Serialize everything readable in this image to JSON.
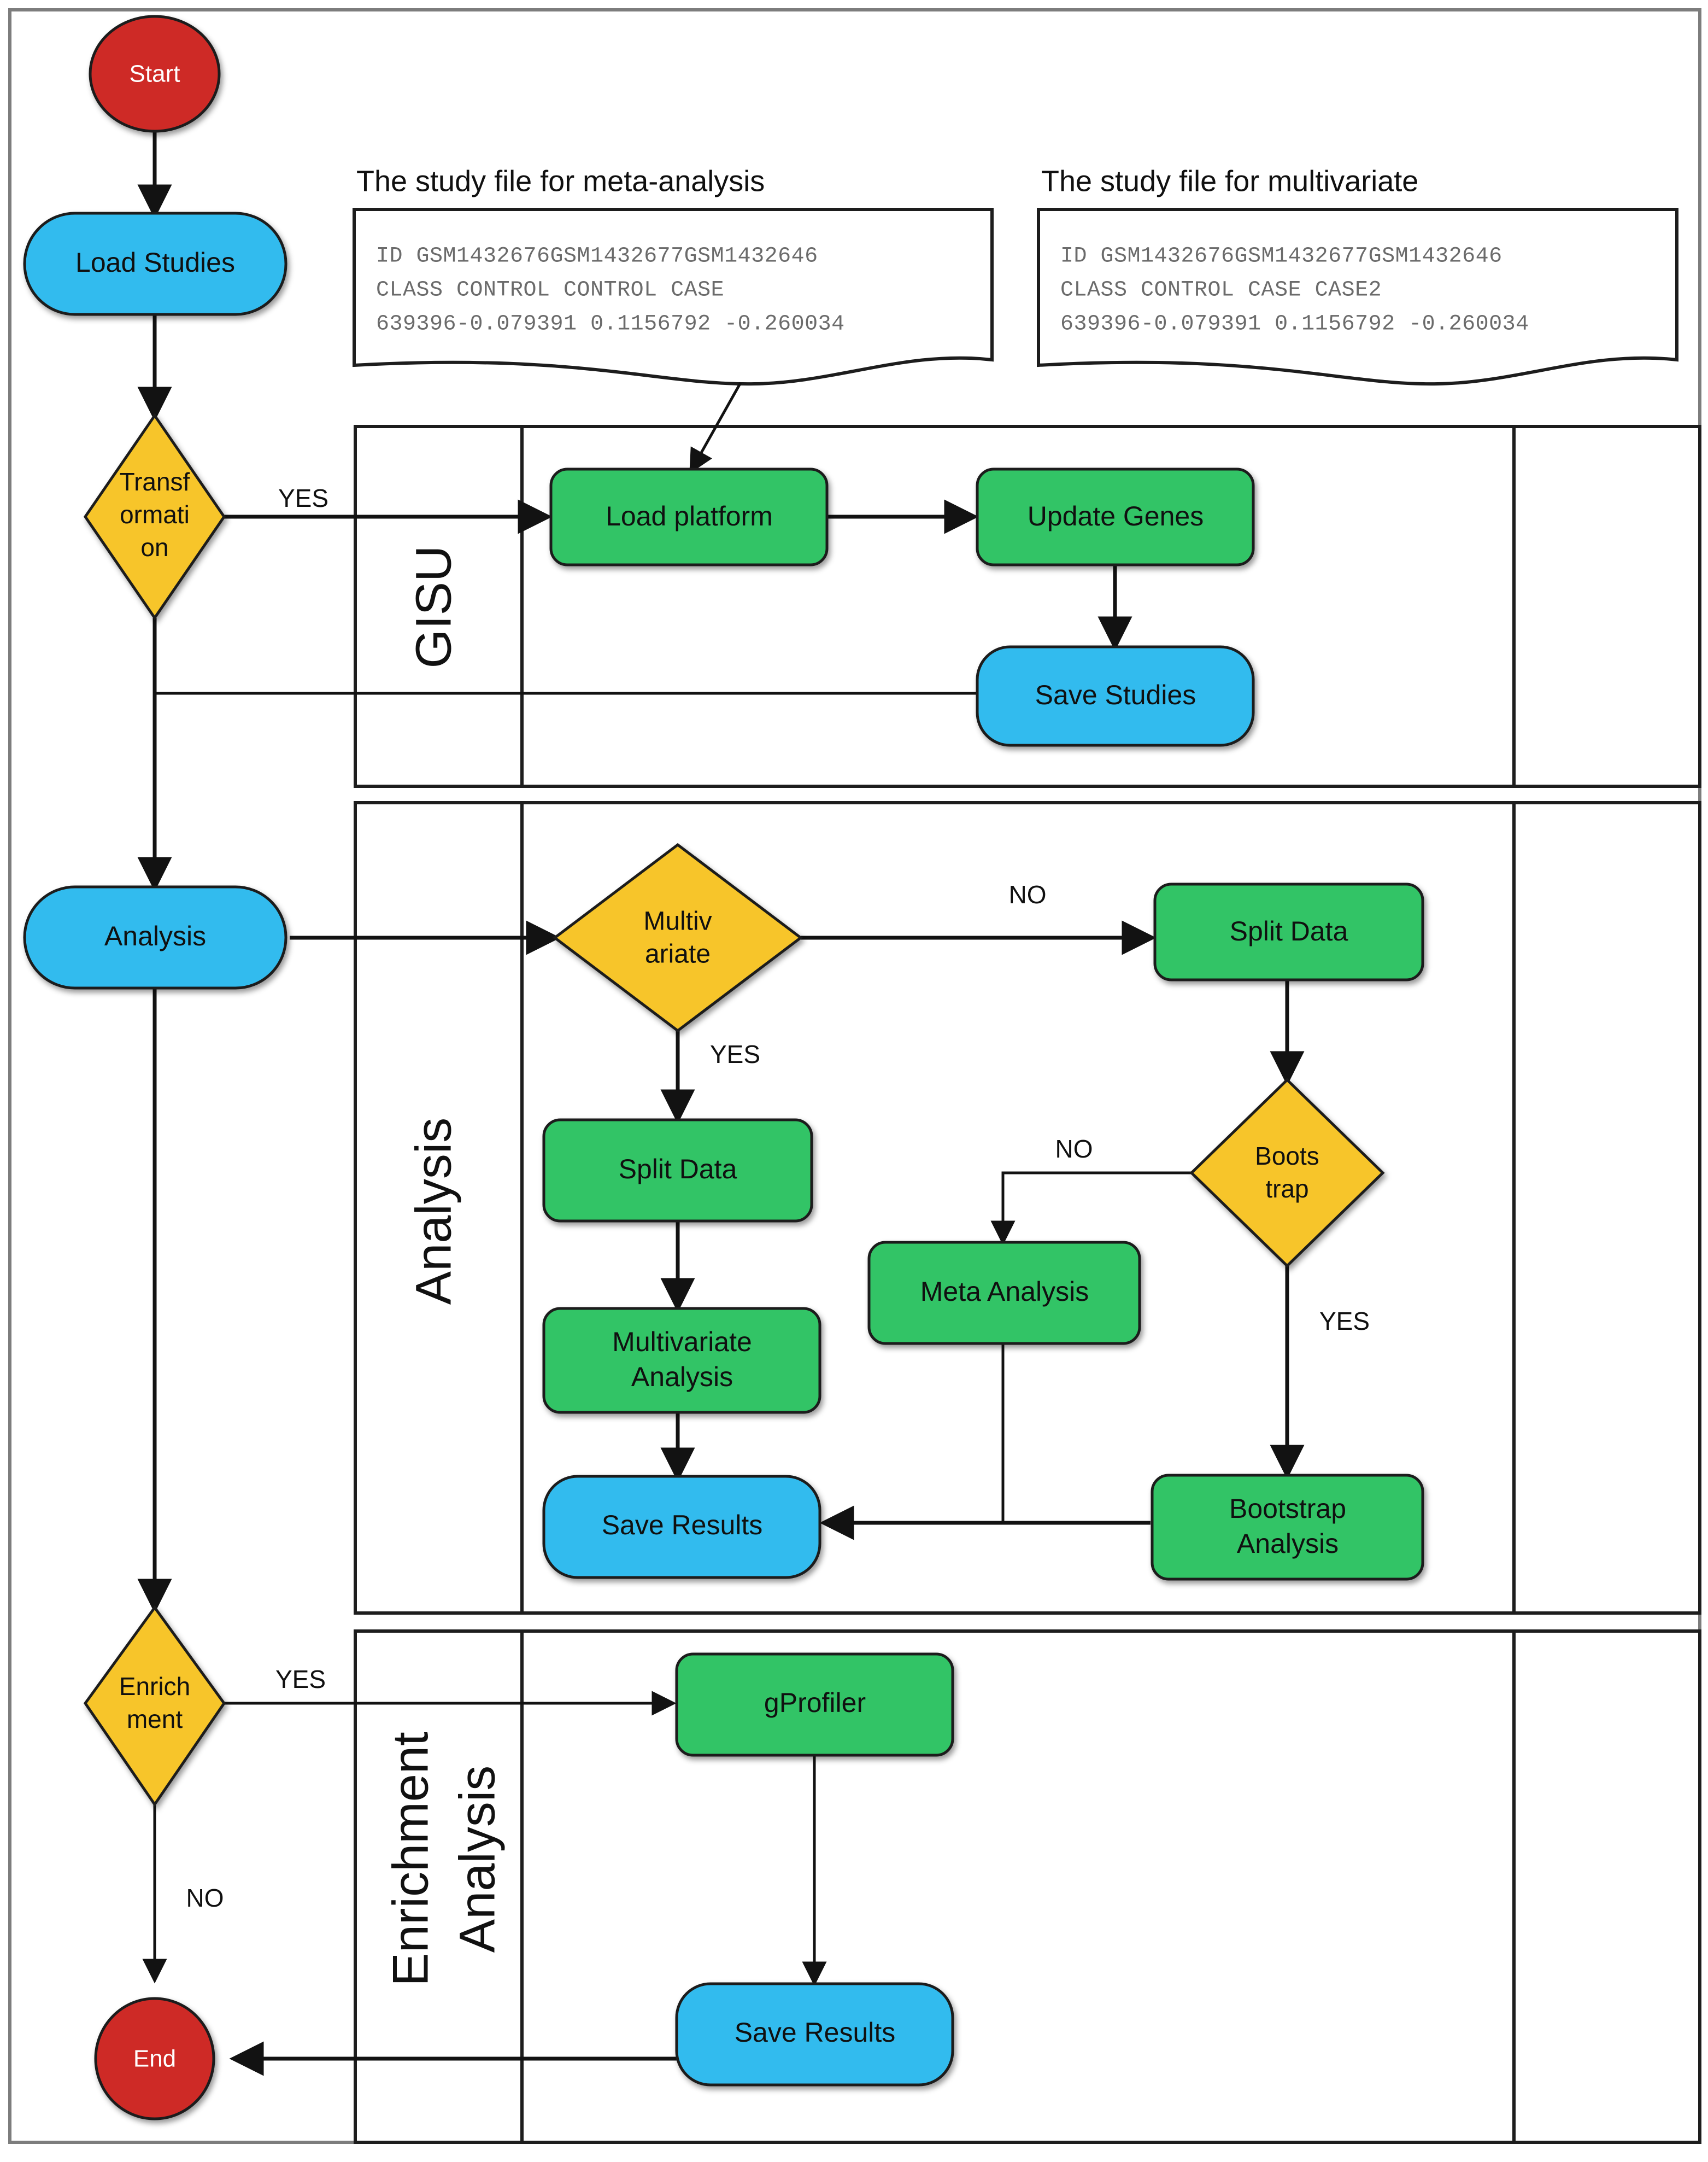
{
  "diagram": {
    "title": "Meta-analysis and multivariate analysis workflow",
    "colors": {
      "terminator": "#CE2B28",
      "process_blue": "#33BBEE",
      "process_green": "#33C466",
      "decision_yellow": "#F7C52B",
      "stroke": "#1d1d1d",
      "text": "#101010",
      "doc_text": "#6b6b6b",
      "page_border": "#7d7d7d"
    }
  },
  "nodes": {
    "start": {
      "label": "Start",
      "shape": "terminator"
    },
    "load_studies": {
      "label": "Load Studies",
      "shape": "process"
    },
    "transformation": {
      "label_lines": [
        "Transf",
        "ormati",
        "on"
      ],
      "shape": "decision"
    },
    "load_platform": {
      "label": "Load platform",
      "shape": "process"
    },
    "update_genes": {
      "label": "Update Genes",
      "shape": "process"
    },
    "save_studies": {
      "label": "Save Studies",
      "shape": "process"
    },
    "analysis": {
      "label": "Analysis",
      "shape": "process"
    },
    "multivariate": {
      "label_lines": [
        "Multiv",
        "ariate"
      ],
      "shape": "decision"
    },
    "split_data_right": {
      "label": "Split Data",
      "shape": "process"
    },
    "split_data_left": {
      "label": "Split Data",
      "shape": "process"
    },
    "bootstrap_decision": {
      "label_lines": [
        "Boots",
        "trap"
      ],
      "shape": "decision"
    },
    "meta_analysis": {
      "label": "Meta Analysis",
      "shape": "process"
    },
    "multivariate_analysis": {
      "label_lines": [
        "Multivariate",
        "Analysis"
      ],
      "shape": "process"
    },
    "bootstrap_analysis": {
      "label_lines": [
        "Bootstrap",
        "Analysis"
      ],
      "shape": "process"
    },
    "save_results_analysis": {
      "label": "Save Results",
      "shape": "process"
    },
    "enrichment": {
      "label_lines": [
        "Enrich",
        "ment"
      ],
      "shape": "decision"
    },
    "gprofiler": {
      "label": "gProfiler",
      "shape": "process"
    },
    "save_results_enrichment": {
      "label": "Save Results",
      "shape": "process"
    },
    "end": {
      "label": "End",
      "shape": "terminator"
    }
  },
  "edge_labels": {
    "transformation_yes": "YES",
    "multivariate_no": "NO",
    "multivariate_yes": "YES",
    "bootstrap_no": "NO",
    "bootstrap_yes": "YES",
    "enrichment_yes": "YES",
    "enrichment_no": "NO"
  },
  "lanes": [
    {
      "label": "GISU"
    },
    {
      "label": "Analysis"
    },
    {
      "label_lines": [
        "Enrichment",
        "Analysis"
      ]
    }
  ],
  "documents": [
    {
      "title": "The study file for meta-analysis",
      "lines": [
        "ID     GSM1432676GSM1432677GSM1432646",
        "CLASS CONTROL   CONTROL   CASE",
        "639396-0.079391 0.1156792 -0.260034"
      ]
    },
    {
      "title": "The study file for multivariate",
      "lines": [
        "ID     GSM1432676GSM1432677GSM1432646",
        "CLASS CONTROL   CASE      CASE2",
        "639396-0.079391 0.1156792 -0.260034"
      ]
    }
  ]
}
